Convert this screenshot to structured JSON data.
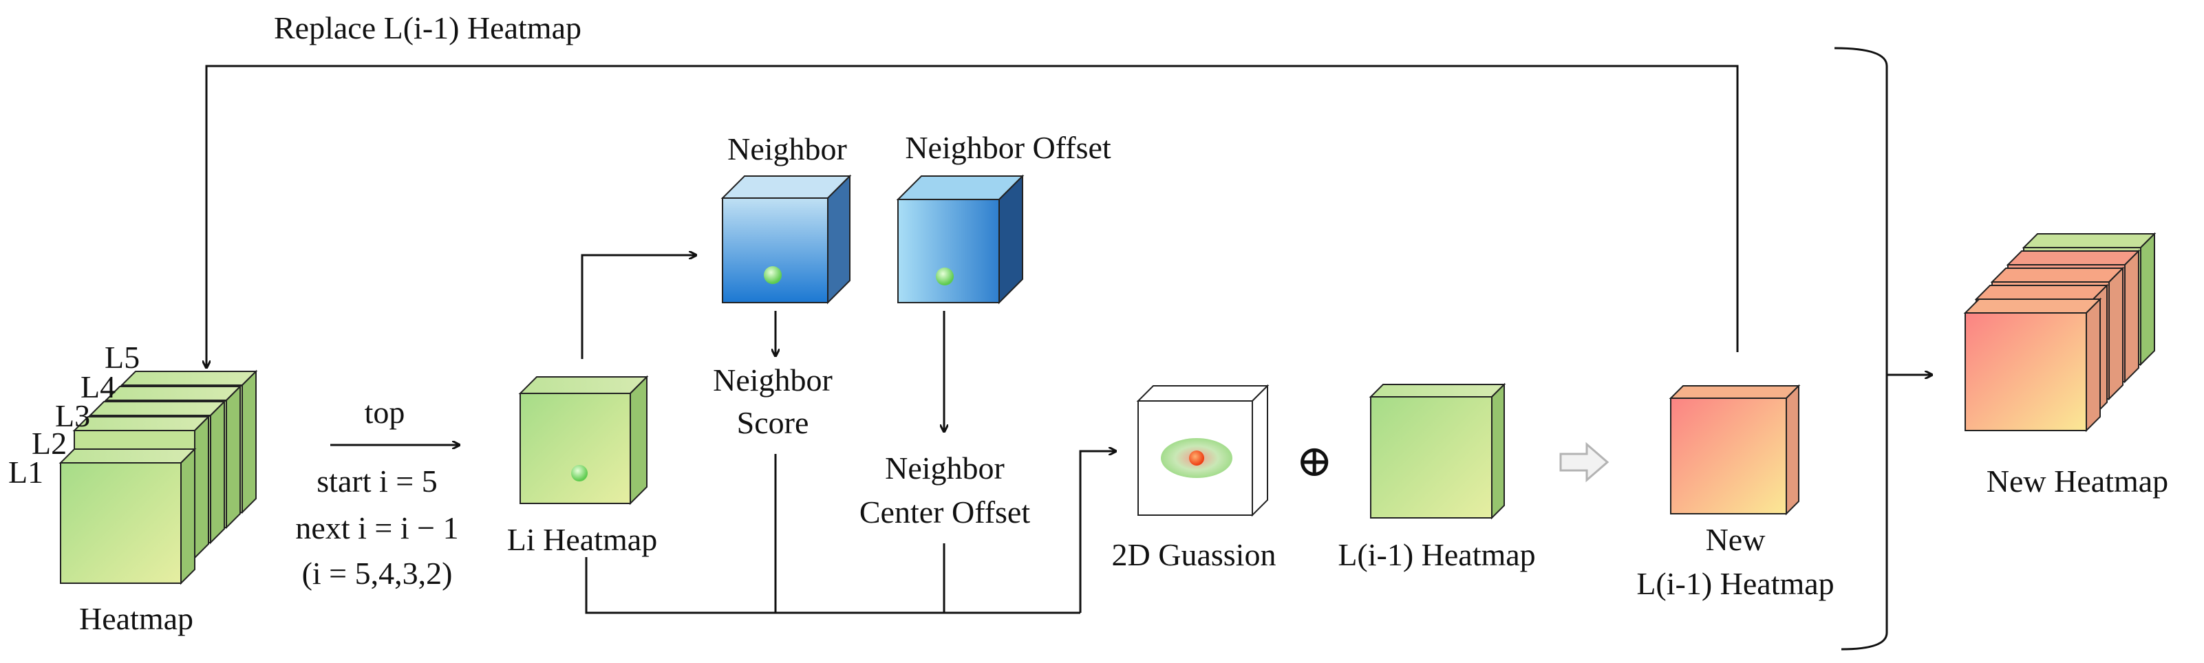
{
  "labels": {
    "replace": "Replace L(i-1) Heatmap",
    "l5": "L5",
    "l4": "L4",
    "l3": "L3",
    "l2": "L2",
    "l1": "L1",
    "heatmap": "Heatmap",
    "top": "top",
    "start": "start i = 5",
    "next": "next i = i − 1",
    "range": "(i = 5,4,3,2)",
    "li_heatmap": "Li Heatmap",
    "neighbor": "Neighbor",
    "neighbor_offset": "Neighbor Offset",
    "neighbor_score_1": "Neighbor",
    "neighbor_score_2": "Score",
    "center_offset_1": "Neighbor",
    "center_offset_2": "Center Offset",
    "gaussian": "2D Guassion",
    "oplus": "⊕",
    "prev_heatmap": "L(i-1) Heatmap",
    "new_1": "New",
    "new_2": "L(i-1) Heatmap",
    "new_heatmap": "New Heatmap"
  },
  "colors": {
    "green_light": "#e3eda0",
    "green_mid": "#a8dd8a",
    "green_side": "#96c46e",
    "blue_dark": "#1a72c9",
    "blue_light": "#bfe3f7",
    "blue_side": "#23548f",
    "red_light": "#fb8a86",
    "orange_light": "#fbe494",
    "line": "#111111"
  }
}
